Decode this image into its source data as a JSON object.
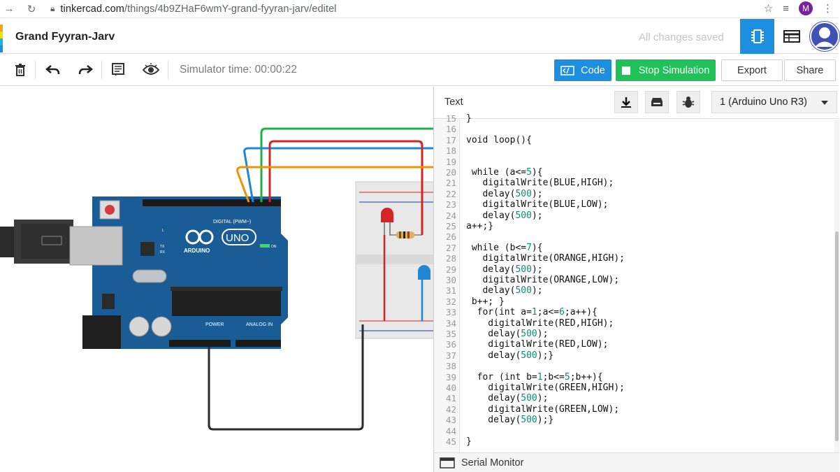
{
  "browser": {
    "url_host": "tinkercad.com",
    "url_path": "/things/4b9ZHaF6wmY-grand-fyyran-jarv/editel",
    "profile_initial": "M"
  },
  "header": {
    "design_title": "Grand Fyyran-Jarv",
    "saved_status": "All changes saved"
  },
  "toolbar": {
    "sim_time": "Simulator time: 00:00:22",
    "code_label": "Code",
    "stop_label": "Stop Simulation",
    "export_label": "Export",
    "share_label": "Share"
  },
  "board": {
    "brand": "ARDUINO",
    "model": "UNO",
    "digital_label": "DIGITAL (PWM~)",
    "power_label": "POWER",
    "analog_label": "ANALOG IN",
    "on_label": "ON",
    "tx_label": "TX",
    "rx_label": "RX",
    "l_label": "L"
  },
  "code_panel": {
    "mode": "Text",
    "device": "1 (Arduino Uno R3)",
    "serial_monitor": "Serial Monitor",
    "lines": [
      {
        "n": "15",
        "t": "}"
      },
      {
        "n": "16",
        "t": ""
      },
      {
        "n": "17",
        "t": "void loop(){"
      },
      {
        "n": "18",
        "t": ""
      },
      {
        "n": "19",
        "t": ""
      },
      {
        "n": "20",
        "t": " while (a<=5){"
      },
      {
        "n": "21",
        "t": "   digitalWrite(BLUE,HIGH);"
      },
      {
        "n": "22",
        "t": "   delay(500);"
      },
      {
        "n": "23",
        "t": "   digitalWrite(BLUE,LOW);"
      },
      {
        "n": "24",
        "t": "   delay(500);"
      },
      {
        "n": "25",
        "t": "a++;}"
      },
      {
        "n": "26",
        "t": ""
      },
      {
        "n": "27",
        "t": " while (b<=7){"
      },
      {
        "n": "28",
        "t": "   digitalWrite(ORANGE,HIGH);"
      },
      {
        "n": "29",
        "t": "   delay(500);"
      },
      {
        "n": "30",
        "t": "   digitalWrite(ORANGE,LOW);"
      },
      {
        "n": "31",
        "t": "   delay(500);"
      },
      {
        "n": "32",
        "t": " b++; }"
      },
      {
        "n": "33",
        "t": "  for(int a=1;a<=6;a++){"
      },
      {
        "n": "34",
        "t": "    digitalWrite(RED,HIGH);"
      },
      {
        "n": "35",
        "t": "    delay(500);"
      },
      {
        "n": "36",
        "t": "    digitalWrite(RED,LOW);"
      },
      {
        "n": "37",
        "t": "    delay(500);}"
      },
      {
        "n": "38",
        "t": ""
      },
      {
        "n": "39",
        "t": "  for (int b=1;b<=5;b++){"
      },
      {
        "n": "40",
        "t": "    digitalWrite(GREEN,HIGH);"
      },
      {
        "n": "41",
        "t": "    delay(500);"
      },
      {
        "n": "42",
        "t": "    digitalWrite(GREEN,LOW);"
      },
      {
        "n": "43",
        "t": "    delay(500);}"
      },
      {
        "n": "44",
        "t": ""
      },
      {
        "n": "45",
        "t": "}"
      }
    ]
  },
  "colors": {
    "accent_blue": "#1d8fe1",
    "stop_green": "#21c15a",
    "board_blue": "#1a5d96",
    "wire_green": "#1fb24a",
    "wire_blue": "#1e88d6",
    "wire_red": "#d62424",
    "wire_orange": "#f29200"
  }
}
